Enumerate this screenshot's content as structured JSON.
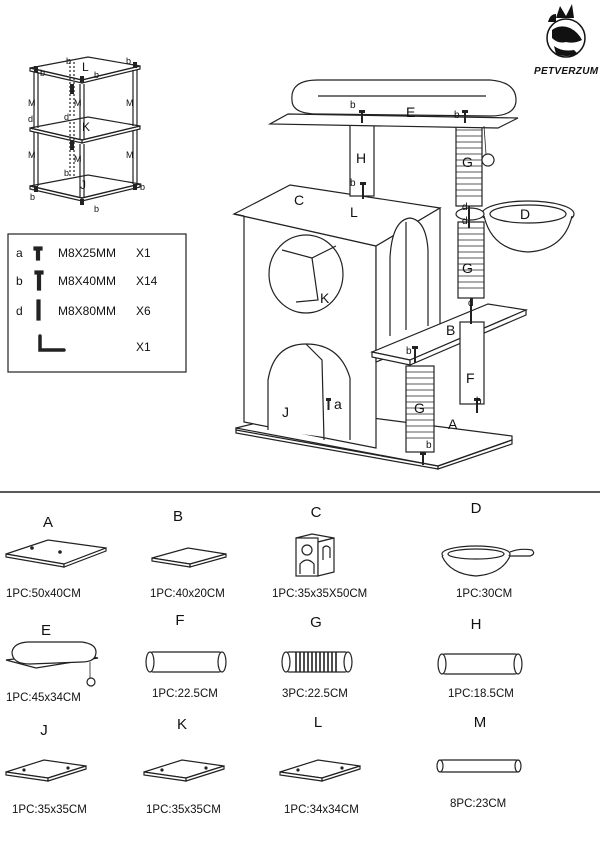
{
  "brand": {
    "name": "PETVERZUM"
  },
  "assembly_labels": {
    "A": "A",
    "B": "B",
    "C": "C",
    "D": "D",
    "E": "E",
    "F": "F",
    "G": "G",
    "H": "H",
    "J": "J",
    "K": "K",
    "L": "L",
    "a": "a",
    "b": "b",
    "d": "d"
  },
  "frame_labels": {
    "L": "L",
    "K": "K",
    "J": "J",
    "M": "M",
    "b": "b",
    "d": "d"
  },
  "hardware": [
    {
      "key": "a",
      "spec": "M8X25MM",
      "qty": "X1"
    },
    {
      "key": "b",
      "spec": "M8X40MM",
      "qty": "X14"
    },
    {
      "key": "d",
      "spec": "M8X80MM",
      "qty": "X6"
    },
    {
      "key": "",
      "spec": "",
      "qty": "X1"
    }
  ],
  "parts": [
    {
      "label": "A",
      "desc": "1PC:50x40CM"
    },
    {
      "label": "B",
      "desc": "1PC:40x20CM"
    },
    {
      "label": "C",
      "desc": "1PC:35x35X50CM"
    },
    {
      "label": "D",
      "desc": "1PC:30CM"
    },
    {
      "label": "E",
      "desc": "1PC:45x34CM"
    },
    {
      "label": "F",
      "desc": "1PC:22.5CM"
    },
    {
      "label": "G",
      "desc": "3PC:22.5CM"
    },
    {
      "label": "H",
      "desc": "1PC:18.5CM"
    },
    {
      "label": "J",
      "desc": "1PC:35x35CM"
    },
    {
      "label": "K",
      "desc": "1PC:35x35CM"
    },
    {
      "label": "L",
      "desc": "1PC:34x34CM"
    },
    {
      "label": "M",
      "desc": "8PC:23CM"
    }
  ]
}
